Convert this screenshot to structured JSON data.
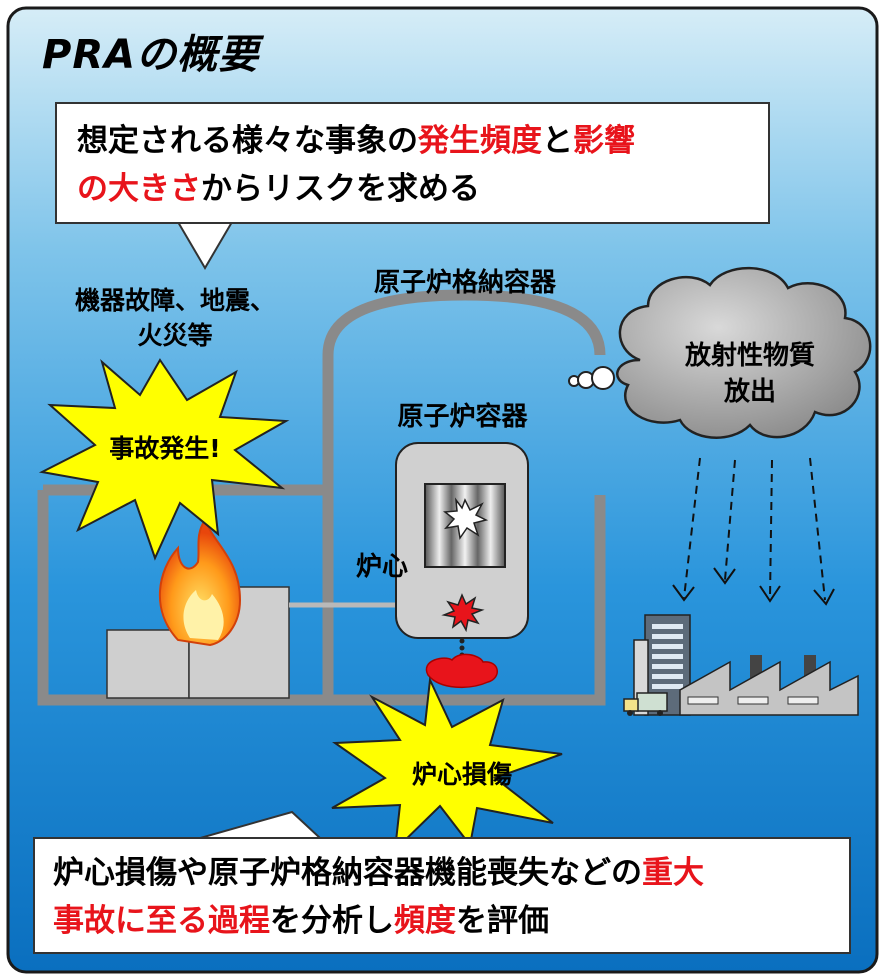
{
  "title": "PRAの概要",
  "top_callout": {
    "line1_a": "想定される様々な事象の",
    "line1_b": "発生頻度",
    "line1_c": "と",
    "line1_d": "影響",
    "line2_a": "の大きさ",
    "line2_b": "からリスクを求める"
  },
  "labels": {
    "causes_1": "機器故障、地震、",
    "causes_2": "火災等",
    "containment": "原子炉格納容器",
    "reactor_vessel": "原子炉容器",
    "core": "炉心",
    "release_1": "放射性物質",
    "release_2": "放出"
  },
  "bursts": {
    "accident": "事故発生!",
    "core_damage": "炉心損傷"
  },
  "bottom_callout": {
    "line1_a": "炉心損傷や原子炉格納容器機能喪失などの",
    "line1_b": "重大",
    "line2_a": "事故に至る過程",
    "line2_b": "を分析し",
    "line2_c": "頻度",
    "line2_d": "を評価"
  },
  "colors": {
    "background_top": "#cfe9f6",
    "background_bottom": "#0a76c4",
    "emphasis": "#e8141b",
    "burst": "#ffff00",
    "structure": "#8a8a8a",
    "cloud": "#9a9a9a"
  }
}
